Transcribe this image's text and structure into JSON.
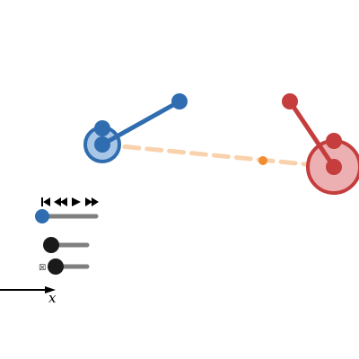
{
  "colors": {
    "background": "#ffffff",
    "blue_dark": "#2f6db0",
    "blue_light": "#a8c6e6",
    "red_dark": "#c53d3d",
    "red_light": "#ecb0b2",
    "dash_line": "#f9d2ad",
    "midpoint": "#f28c30",
    "slider_track": "#7f7f7f",
    "knob_black": "#1a1a1a",
    "axis": "#000000"
  },
  "playback": {
    "icons": [
      "skip-to-start-icon",
      "step-back-icon",
      "play-icon",
      "step-forward-icon"
    ],
    "progress": 0.0
  },
  "sliders": [
    {
      "name": "slider-2",
      "value": 0.0
    },
    {
      "name": "slider-3",
      "value": 0.0
    }
  ],
  "checkbox": {
    "glyph": "☒",
    "checked": true
  },
  "axis": {
    "label": "x"
  }
}
